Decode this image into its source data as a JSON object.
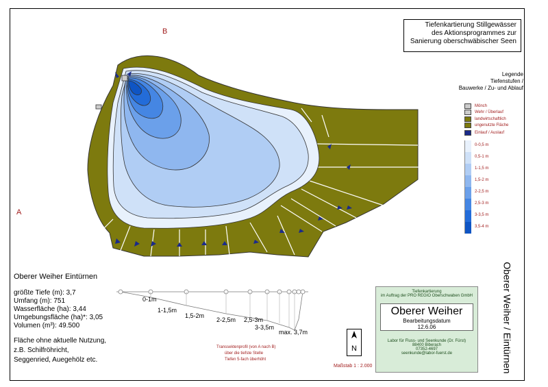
{
  "title_box": {
    "line1": "Tiefenkartierung Stillgewässer",
    "line2": "des Aktionsprogrammes zur",
    "line3": "Sanierung oberschwäbischer Seen"
  },
  "points": {
    "a": "A",
    "b": "B"
  },
  "legend": {
    "heading1": "Legende",
    "heading2": "Tiefenstufen /",
    "heading3": "Bauwerke / Zu- und Ablauf",
    "items": [
      {
        "label": "Mönch",
        "color": "#cccccc"
      },
      {
        "label": "Wehr / Überlauf",
        "color": "#cccccc"
      },
      {
        "label": "landwirtschaftlich",
        "color": "#7d7a0e"
      },
      {
        "label": "ungenutzte Fläche",
        "color": "#7d7a0e"
      },
      {
        "label": "Einlauf / Auslauf",
        "color": "#1a2a8a"
      }
    ],
    "depths": [
      {
        "label": "0-0,5 m",
        "color": "#e8f1fc"
      },
      {
        "label": "0,5-1 m",
        "color": "#cfe1f8"
      },
      {
        "label": "1-1,5 m",
        "color": "#b0cdf4"
      },
      {
        "label": "1,5-2 m",
        "color": "#8fb7ef"
      },
      {
        "label": "2-2,5 m",
        "color": "#6ba0ea"
      },
      {
        "label": "2,5-3 m",
        "color": "#4586e3"
      },
      {
        "label": "3-3,5 m",
        "color": "#236cd9"
      },
      {
        "label": "3,5-4 m",
        "color": "#0f55c4"
      }
    ]
  },
  "lake": {
    "name": "Oberer Weiher Eintürnen",
    "stats": [
      "größte Tiefe (m): 3,7",
      "Umfang (m): 751",
      "Wasserfläche (ha): 3,44",
      "Umgebungsfläche (ha)*: 3,05",
      "Volumen (m³): 49.500"
    ],
    "note1": "Fläche ohne aktuelle Nutzung,",
    "note2": "z.B. Schilfröhricht,",
    "note3": "Seggenried, Auegehölz etc."
  },
  "profile": {
    "labels": [
      "0-1m",
      "1-1,5m",
      "1,5-2m",
      "2-2,5m",
      "2,5-3m",
      "3-3,5m",
      "max. 3,7m"
    ],
    "caption1": "Transsektenprofil (von A nach B)",
    "caption2": "über die tiefste Stelle",
    "caption3": "Tiefen 5-fach überhöht"
  },
  "scale": "Maßstab 1 : 2.000",
  "north": "N",
  "vertical_title": "Oberer Weiher / Eintürnen",
  "infobox": {
    "line1": "Tiefenkartierung",
    "line2": "im Auftrag der PRO REGIO Oberschwaben GmbH",
    "name": "Oberer Weiher",
    "date_label": "Bearbeitungsdatum",
    "date": "12.6.06",
    "lab1": "Labor für Fluss- und Seenkunde (Dr. Fürst)",
    "lab2": "88400 Biberach",
    "lab3": "07352-4697",
    "lab4": "seenkunde@labor-fuerst.de"
  }
}
